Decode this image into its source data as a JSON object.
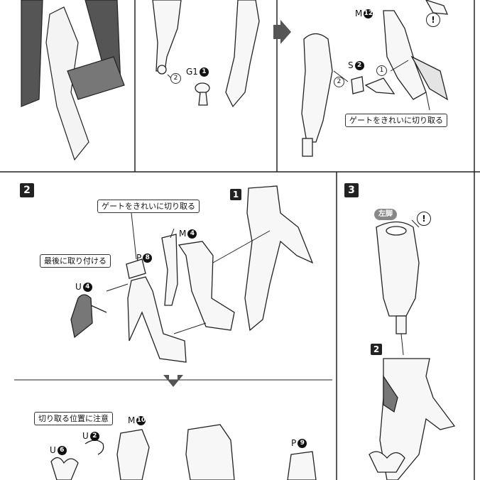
{
  "step_numbers": {
    "s2": "2",
    "s3": "3",
    "s2_sub": "2",
    "s1_sub": "1"
  },
  "labels": {
    "g1": "G1",
    "g1_num": "1",
    "m12": "M",
    "m12_num": "12",
    "s2": "S",
    "s2_num": "2",
    "m4": "M",
    "m4_num": "4",
    "p8": "P",
    "p8_num": "8",
    "u4": "U",
    "u4_num": "4",
    "m10": "M",
    "m10_num": "10",
    "u2": "U",
    "u2_num": "2",
    "u6": "U",
    "u6_num": "6",
    "p9": "P",
    "p9_num": "9"
  },
  "sub_steps": {
    "a": "2",
    "b": "2",
    "c": "1"
  },
  "callouts": {
    "gate_clean_top": "ゲートをきれいに切り取る",
    "gate_clean_mid": "ゲートをきれいに切り取る",
    "attach_last": "最後に取り付ける",
    "cut_position_note": "切り取る位置に注意"
  },
  "left_leg_label": "左脚",
  "excl_mark": "!"
}
